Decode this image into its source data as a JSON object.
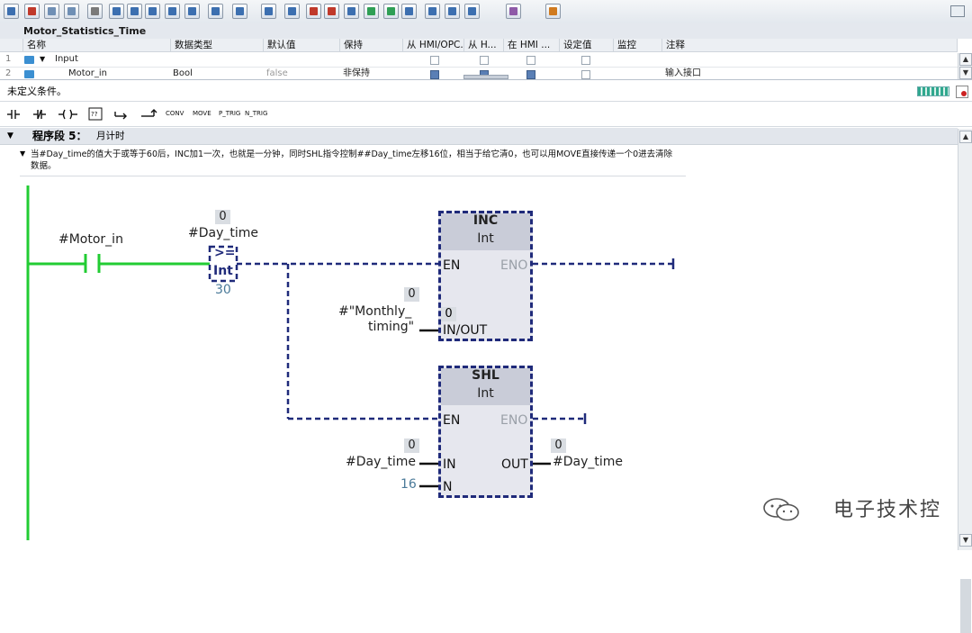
{
  "toolbar": {
    "buttons": [
      {
        "icon": "insert-network-icon"
      },
      {
        "icon": "delete-network-icon"
      },
      {
        "icon": "insert-row-icon"
      },
      {
        "icon": "append-row-icon"
      },
      {
        "icon": "absolute-operands-icon"
      },
      {
        "icon": "favorites-icon"
      },
      {
        "icon": "collapse-all-icon"
      },
      {
        "icon": "expand-all-icon"
      },
      {
        "icon": "network-comments-icon"
      },
      {
        "icon": "open-all-networks-icon"
      },
      {
        "icon": "close-all-networks-icon"
      },
      {
        "icon": "jump-network-icon"
      },
      {
        "icon": "show-comments-icon"
      },
      {
        "icon": "favorites-bar-icon"
      },
      {
        "icon": "next-error-icon"
      },
      {
        "icon": "prev-error-icon"
      },
      {
        "icon": "monitor-icon"
      },
      {
        "icon": "go-online-icon"
      },
      {
        "icon": "update-icon"
      },
      {
        "icon": "instruction-profile-icon"
      },
      {
        "icon": "cross-reference-icon"
      },
      {
        "icon": "call-structure-icon"
      },
      {
        "icon": "refresh-icon"
      },
      {
        "icon": "monitoring-glasses-icon"
      },
      {
        "icon": "data-block-icon"
      }
    ]
  },
  "block": {
    "title": "Motor_Statistics_Time"
  },
  "interface": {
    "columns": [
      "名称",
      "数据类型",
      "默认值",
      "保持",
      "从 HMI/OPC...",
      "从 H...",
      "在 HMI ...",
      "设定值",
      "监控",
      "注释"
    ],
    "rows": [
      {
        "index": "1",
        "name": "Input",
        "type": "",
        "default": "",
        "retain": "",
        "comment": ""
      },
      {
        "index": "2",
        "name": "Motor_in",
        "type": "Bool",
        "default": "false",
        "retain": "非保持",
        "comment": "输入接口"
      }
    ]
  },
  "condition": {
    "text": "未定义条件。"
  },
  "ladder_toolbar": {
    "items": [
      "CONV",
      "MOVE",
      "P_TRIG",
      "N_TRIG"
    ]
  },
  "network": {
    "label": "程序段 5：",
    "title": "月计时",
    "comment": "当#Day_time的值大于或等于60后，INC加1一次，也就是一分钟，同时SHL指令控制##Day_time左移16位，相当于给它清0，也可以用MOVE直接传递一个0进去清除数据。"
  },
  "lad": {
    "contact": {
      "operand": "#Motor_in"
    },
    "compare": {
      "op": ">=",
      "type": "Int",
      "in1": "#Day_time",
      "in1_value": "0",
      "in2": "30"
    },
    "inc": {
      "title": "INC",
      "type": "Int",
      "en": "EN",
      "eno": "ENO",
      "inout_pin": "IN/OUT",
      "inout_value": "0",
      "operand_line1": "#\"Monthly_",
      "operand_line2": "timing\"",
      "operand_value": "0"
    },
    "shl": {
      "title": "SHL",
      "type": "Int",
      "en": "EN",
      "eno": "ENO",
      "in_pin": "IN",
      "n_pin": "N",
      "out_pin": "OUT",
      "in_operand": "#Day_time",
      "in_value": "0",
      "n_value": "16",
      "out_operand": "#Day_time",
      "out_value": "0"
    }
  },
  "colors": {
    "powerflow": "#22cc33",
    "dashed": "#1f2a7a",
    "constant": "#4a7a99"
  },
  "watermark": {
    "text": "电子技术控"
  }
}
